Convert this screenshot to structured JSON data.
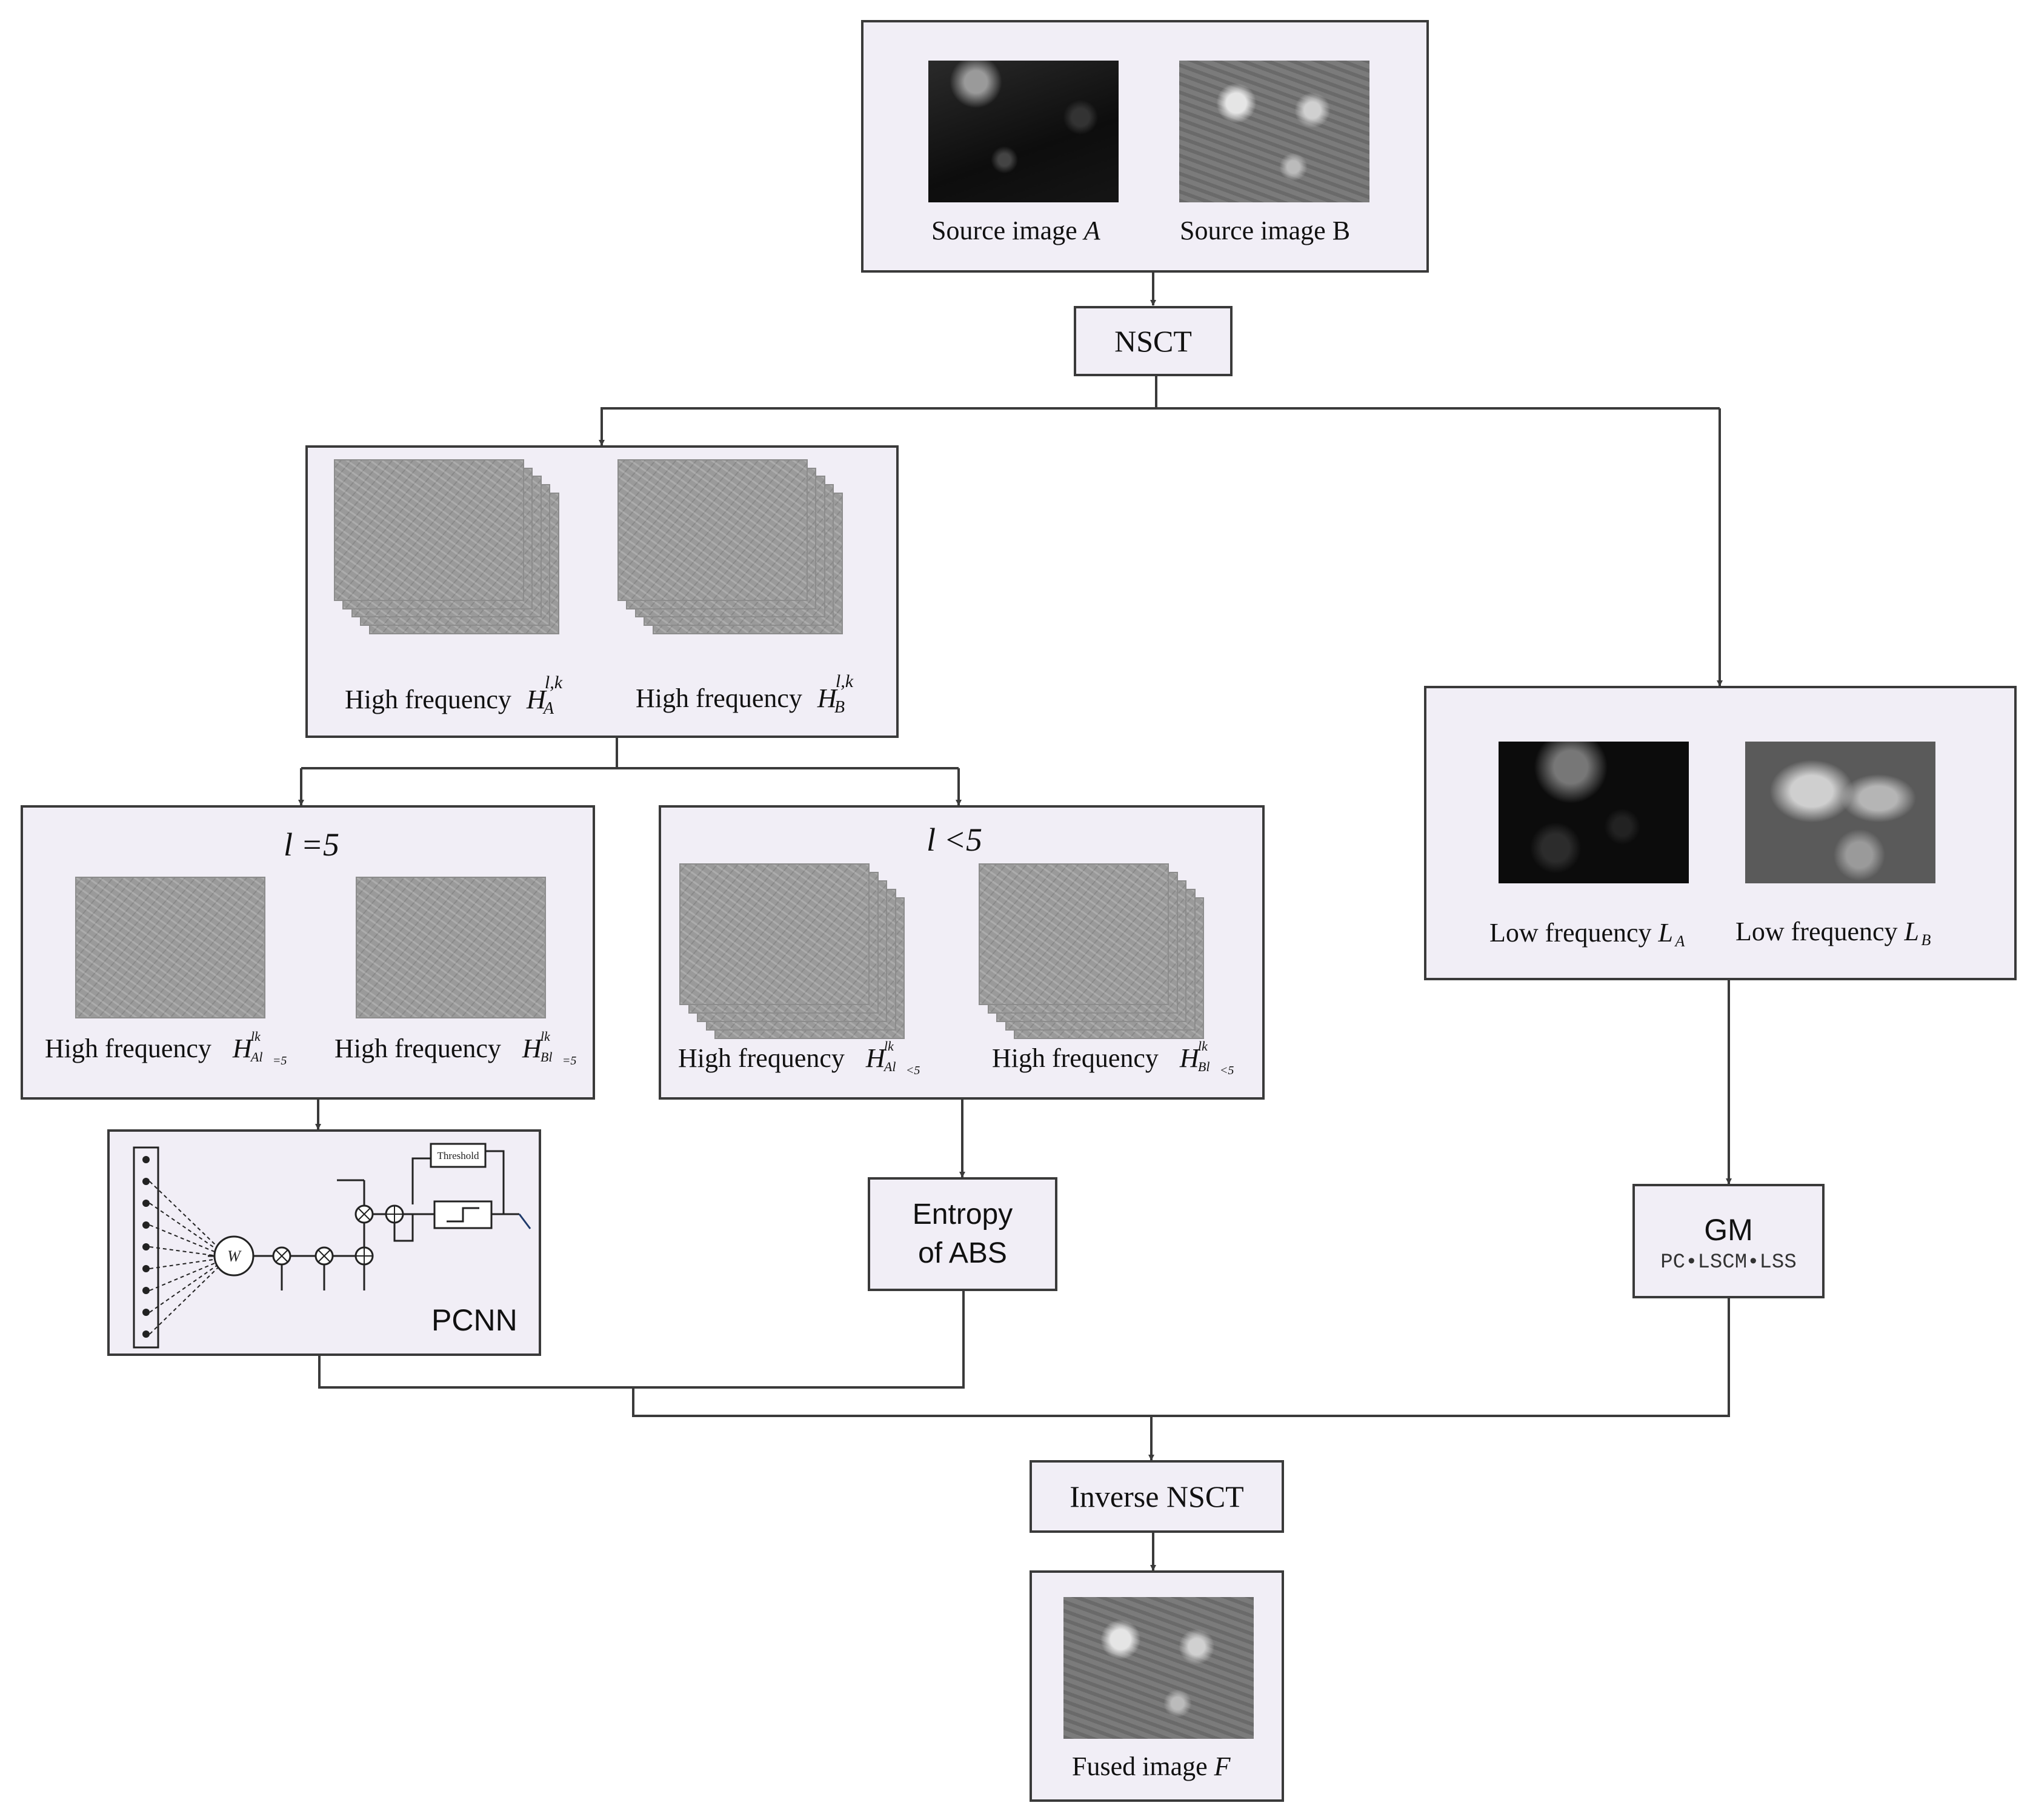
{
  "source": {
    "image_a_label": "Source image ",
    "image_a_var": "A",
    "image_b_label": "Source image B"
  },
  "nsct_label": "NSCT",
  "high_freq": {
    "label_a": "High frequency",
    "label_b": "High frequency",
    "sym_a": "H",
    "sup_a": "l,k",
    "sub_a": "A",
    "sym_b": "H",
    "sup_b": "l,k",
    "sub_b": "B"
  },
  "branch_eq5": {
    "title": "l =5",
    "label_a": "High frequency",
    "sym_a": "H",
    "sup_a": "lk",
    "sub_a": "Al",
    "subsub_a": "=5",
    "label_b": "High frequency",
    "sym_b": "H",
    "sup_b": "lk",
    "sub_b": "Bl",
    "subsub_b": "=5"
  },
  "branch_lt5": {
    "title": "l <5",
    "label_a": "High frequency",
    "sym_a": "H",
    "sup_a": "lk",
    "sub_a": "Al",
    "subsub_a": "<5",
    "label_b": "High frequency",
    "sym_b": "H",
    "sup_b": "lk",
    "sub_b": "Bl",
    "subsub_b": "<5"
  },
  "low_freq": {
    "label_a": "Low frequency ",
    "sym_a": "L",
    "sub_a": "A",
    "label_b": "Low frequency ",
    "sym_b": "L",
    "sub_b": "B"
  },
  "pcnn": {
    "label": "PCNN",
    "threshold_label": "Threshold",
    "w_label": "W"
  },
  "entropy_label_line1": "Entropy",
  "entropy_label_line2": "of ABS",
  "gm": {
    "label": "GM",
    "formula": "PC•LSCM•LSS"
  },
  "inverse_nsct_label": "Inverse NSCT",
  "fused": {
    "label": "Fused image ",
    "var": "F"
  },
  "colors": {
    "box_fill": "#f1eef6",
    "border": "#3a3a3a"
  }
}
